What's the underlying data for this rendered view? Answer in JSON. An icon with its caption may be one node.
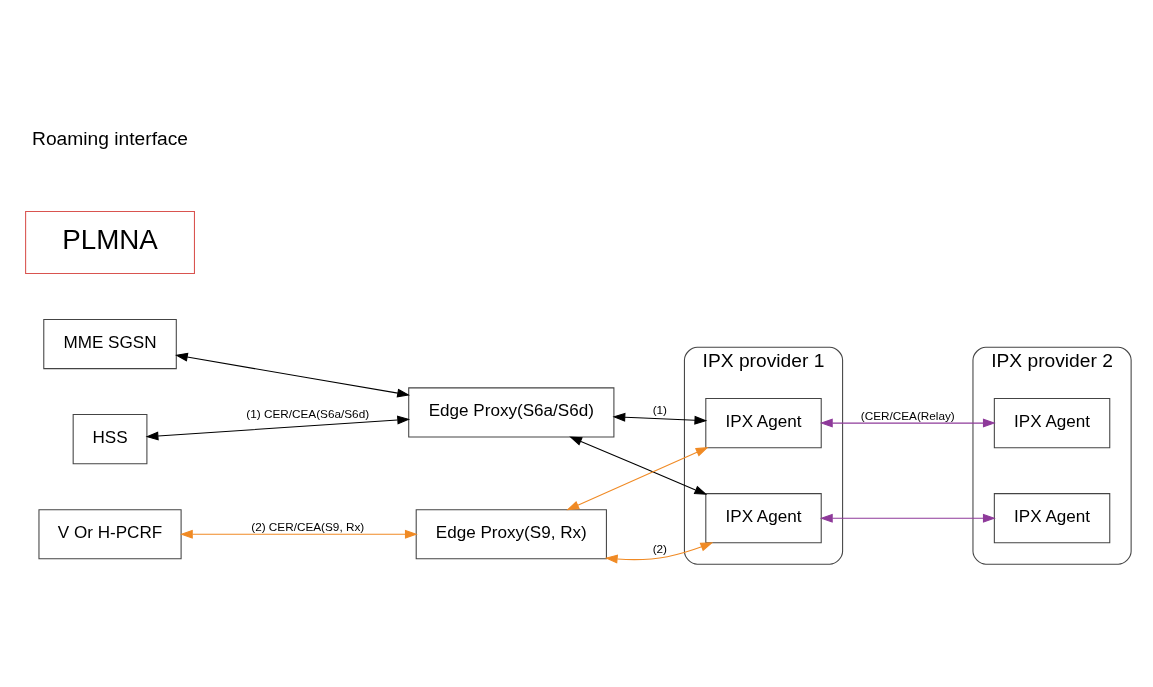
{
  "diagram": {
    "nodes": [
      {
        "text": [
          "HSS"
        ]
      },
      {
        "text": [
          "MME SGSN"
        ]
      },
      {
        "text": [
          "V Or H-PCRF"
        ]
      },
      {
        "text": [
          "Edge Proxy(S6a/S6d)"
        ]
      },
      {
        "text": [
          "Edge Proxy(S9, Rx)"
        ]
      },
      {
        "text": [
          "IPX provider 1"
        ]
      },
      {
        "text": [
          "IPX Agent"
        ],
        "in": 5
      },
      {
        "text": [
          "IPX Agent"
        ],
        "in": 5
      },
      {
        "text": [
          "IPX provider 2"
        ]
      },
      {
        "text": [
          "IPX Agent"
        ],
        "in": 8
      },
      {
        "text": [
          "IPX Agent"
        ],
        "in": 8
      },
      {
        "text": [
          "PLMNA"
        ]
      }
    ],
    "edges": [
      {
        "from": 0,
        "to": 3,
        "arrow": "both",
        "label": "(1) CER/CEA(S6a/S6d)"
      },
      {
        "from": 1,
        "to": 3,
        "arrow": "both"
      },
      {
        "from": 3,
        "to": 6,
        "arrow": "both",
        "label": "(1)"
      },
      {
        "from": 3,
        "to": 7,
        "arrow": "both"
      },
      {
        "from": 4,
        "to": 6,
        "arrow": "both",
        "color": "#f08a24"
      },
      {
        "from": 2,
        "to": 4,
        "arrow": "both",
        "label": "(2) CER/CEA(S9, Rx)",
        "color": "#f08a24"
      },
      {
        "from": 4,
        "to": 7,
        "arrow": "both",
        "label": "(2)",
        "color": "#f08a24"
      },
      {
        "from": 6,
        "to": 9,
        "arrow": "both",
        "label": "(CER/CEA(Relay)",
        "color": "#8e3a9a"
      },
      {
        "from": 7,
        "to": 10,
        "arrow": "both",
        "color": "#8e3a9a"
      }
    ],
    "labels": [
      "Roaming interface"
    ]
  }
}
